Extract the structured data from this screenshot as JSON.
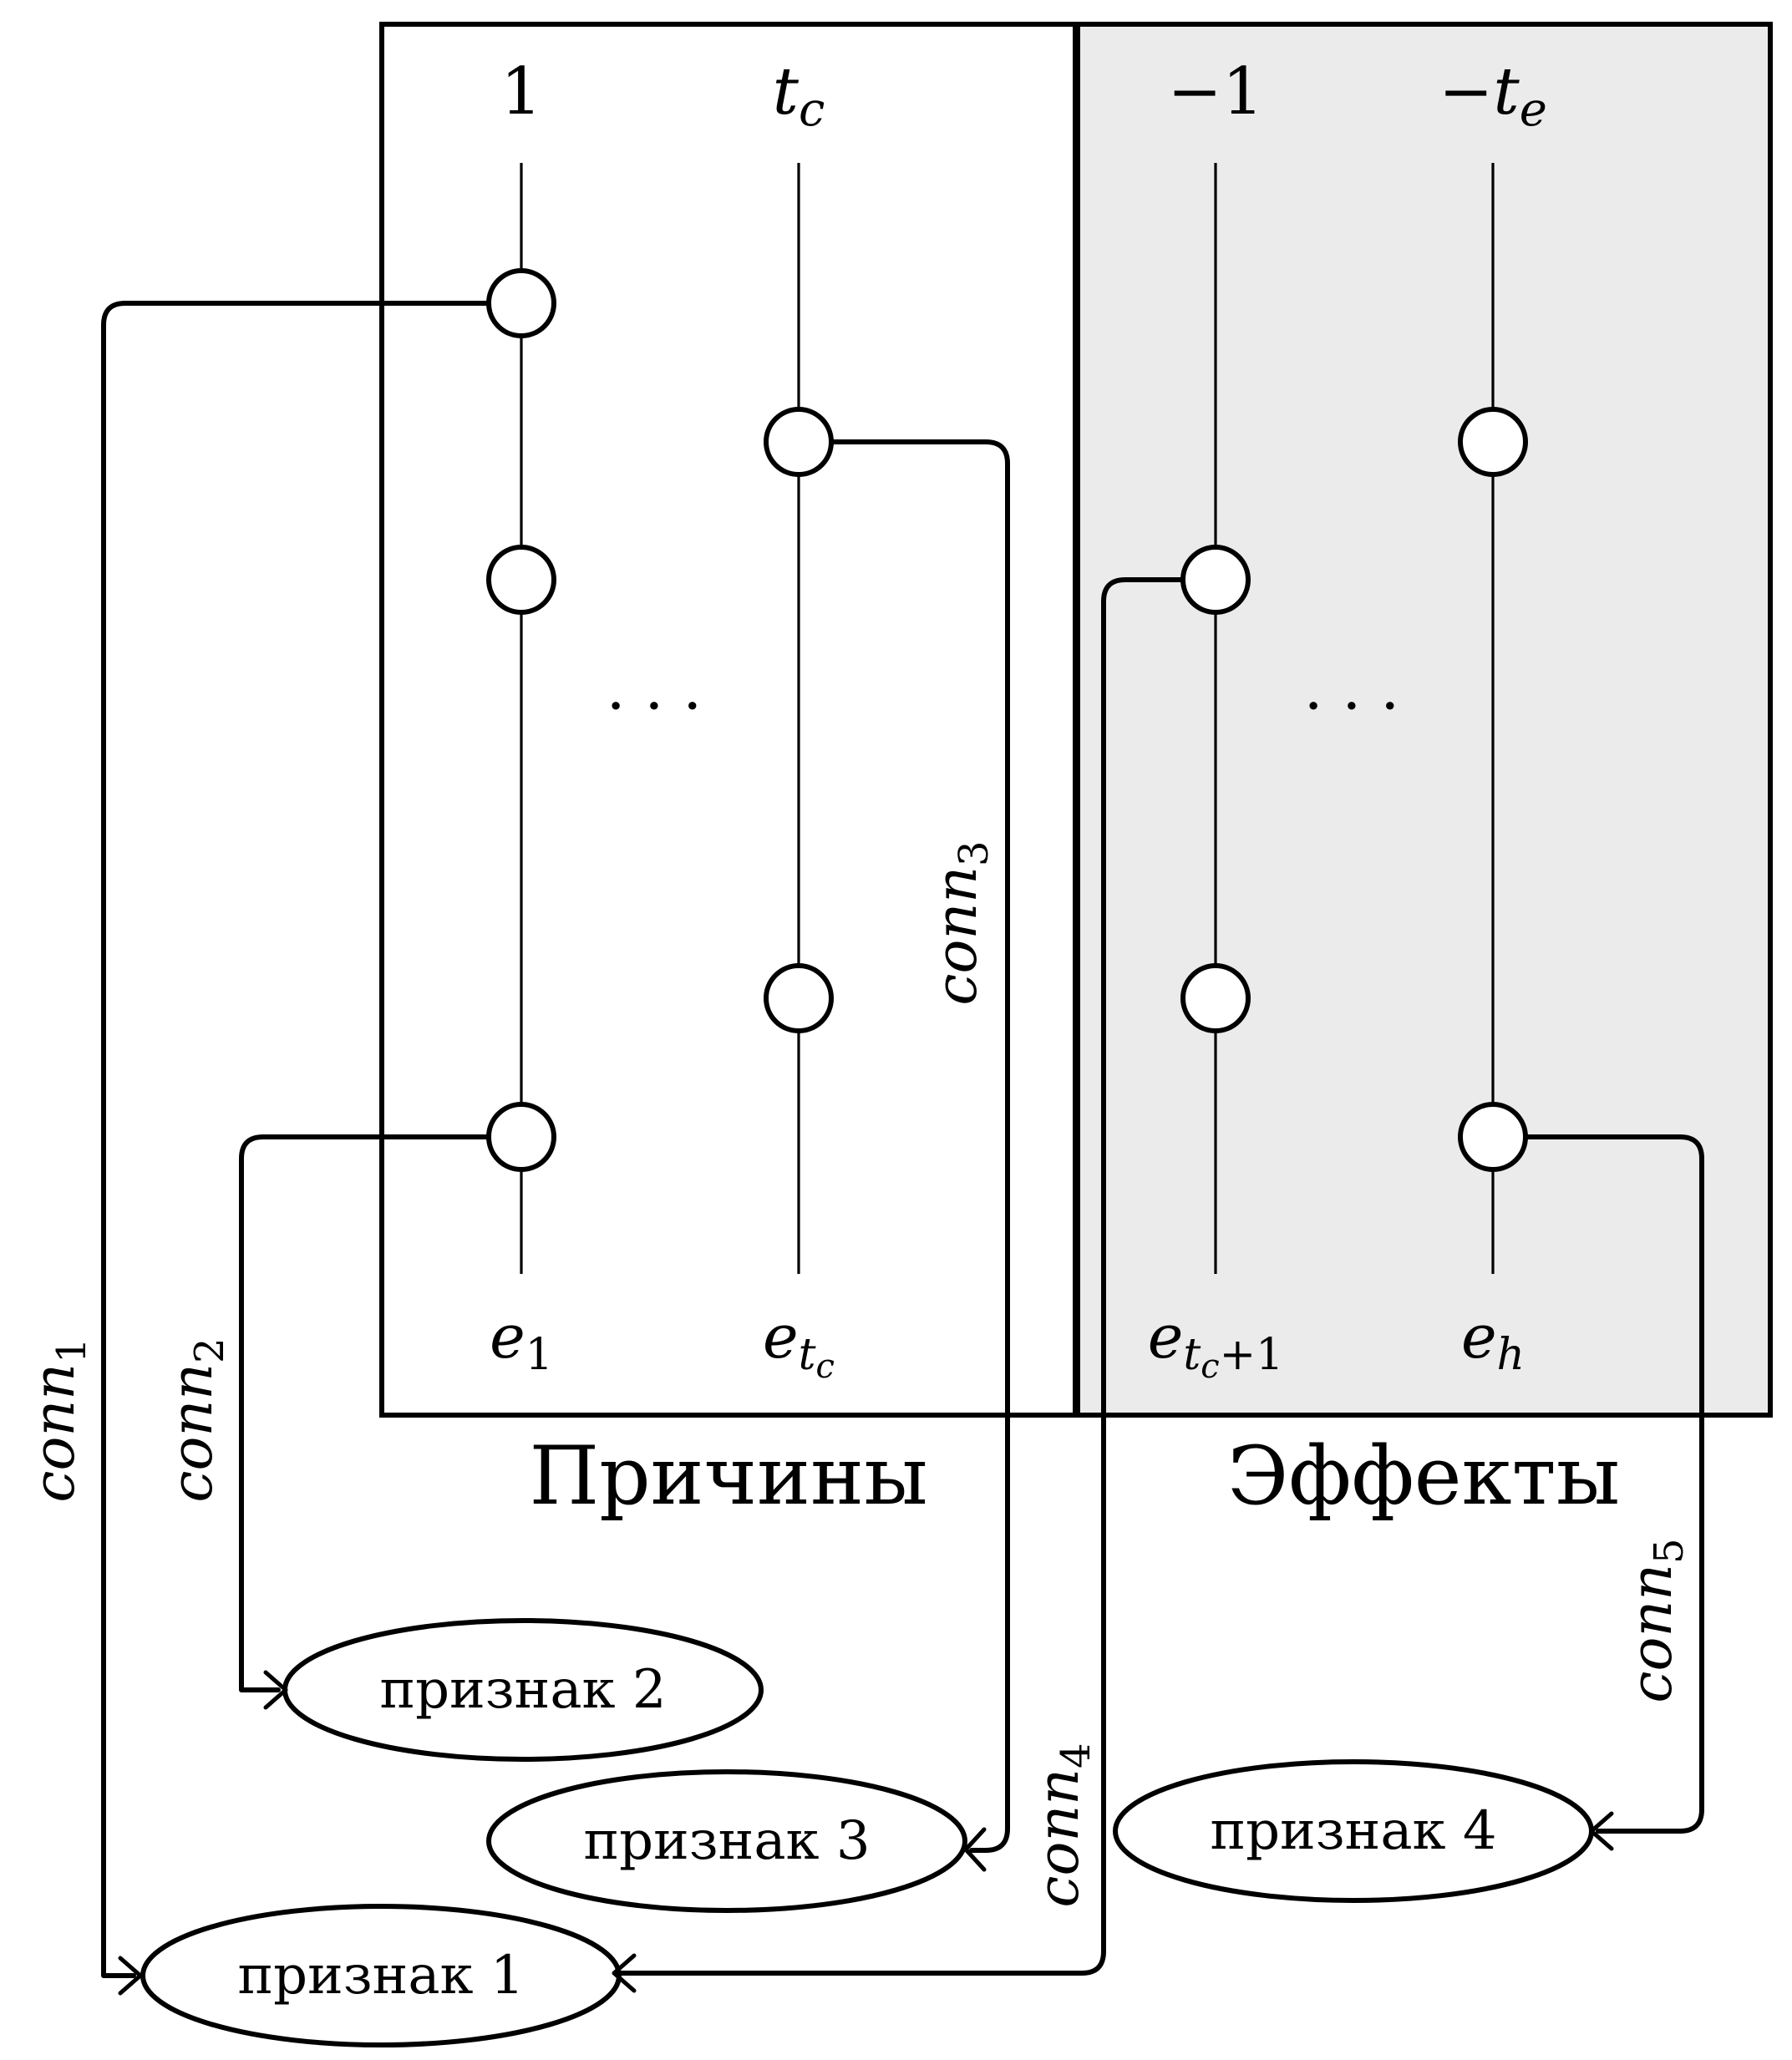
{
  "causes": {
    "title": "Причины",
    "col1": {
      "top_label": "1",
      "bottom_base": "e",
      "bottom_sub": "1"
    },
    "col2": {
      "top_base": "t",
      "top_sub": "c",
      "bottom_base": "e",
      "bottom_sub_base": "t",
      "bottom_sub_sub": "c"
    },
    "ellipsis": "· · ·"
  },
  "effects": {
    "title": "Эффекты",
    "col1": {
      "top_label": "−1",
      "bottom_base": "e",
      "bottom_sub_base": "t",
      "bottom_sub_sub": "c",
      "bottom_sub_tail": "+1"
    },
    "col2": {
      "top_minus": "−",
      "top_base": "t",
      "top_sub": "e",
      "bottom_base": "e",
      "bottom_sub": "h"
    },
    "ellipsis": "· · ·"
  },
  "connections": {
    "conn1": {
      "base": "conn",
      "sub": "1"
    },
    "conn2": {
      "base": "conn",
      "sub": "2"
    },
    "conn3": {
      "base": "conn",
      "sub": "3"
    },
    "conn4": {
      "base": "conn",
      "sub": "4"
    },
    "conn5": {
      "base": "conn",
      "sub": "5"
    }
  },
  "features": {
    "f1": "признак 1",
    "f2": "признак 2",
    "f3": "признак 3",
    "f4": "признак 4"
  },
  "colors": {
    "effects_fill": "#ebebeb",
    "stroke": "#000000"
  }
}
